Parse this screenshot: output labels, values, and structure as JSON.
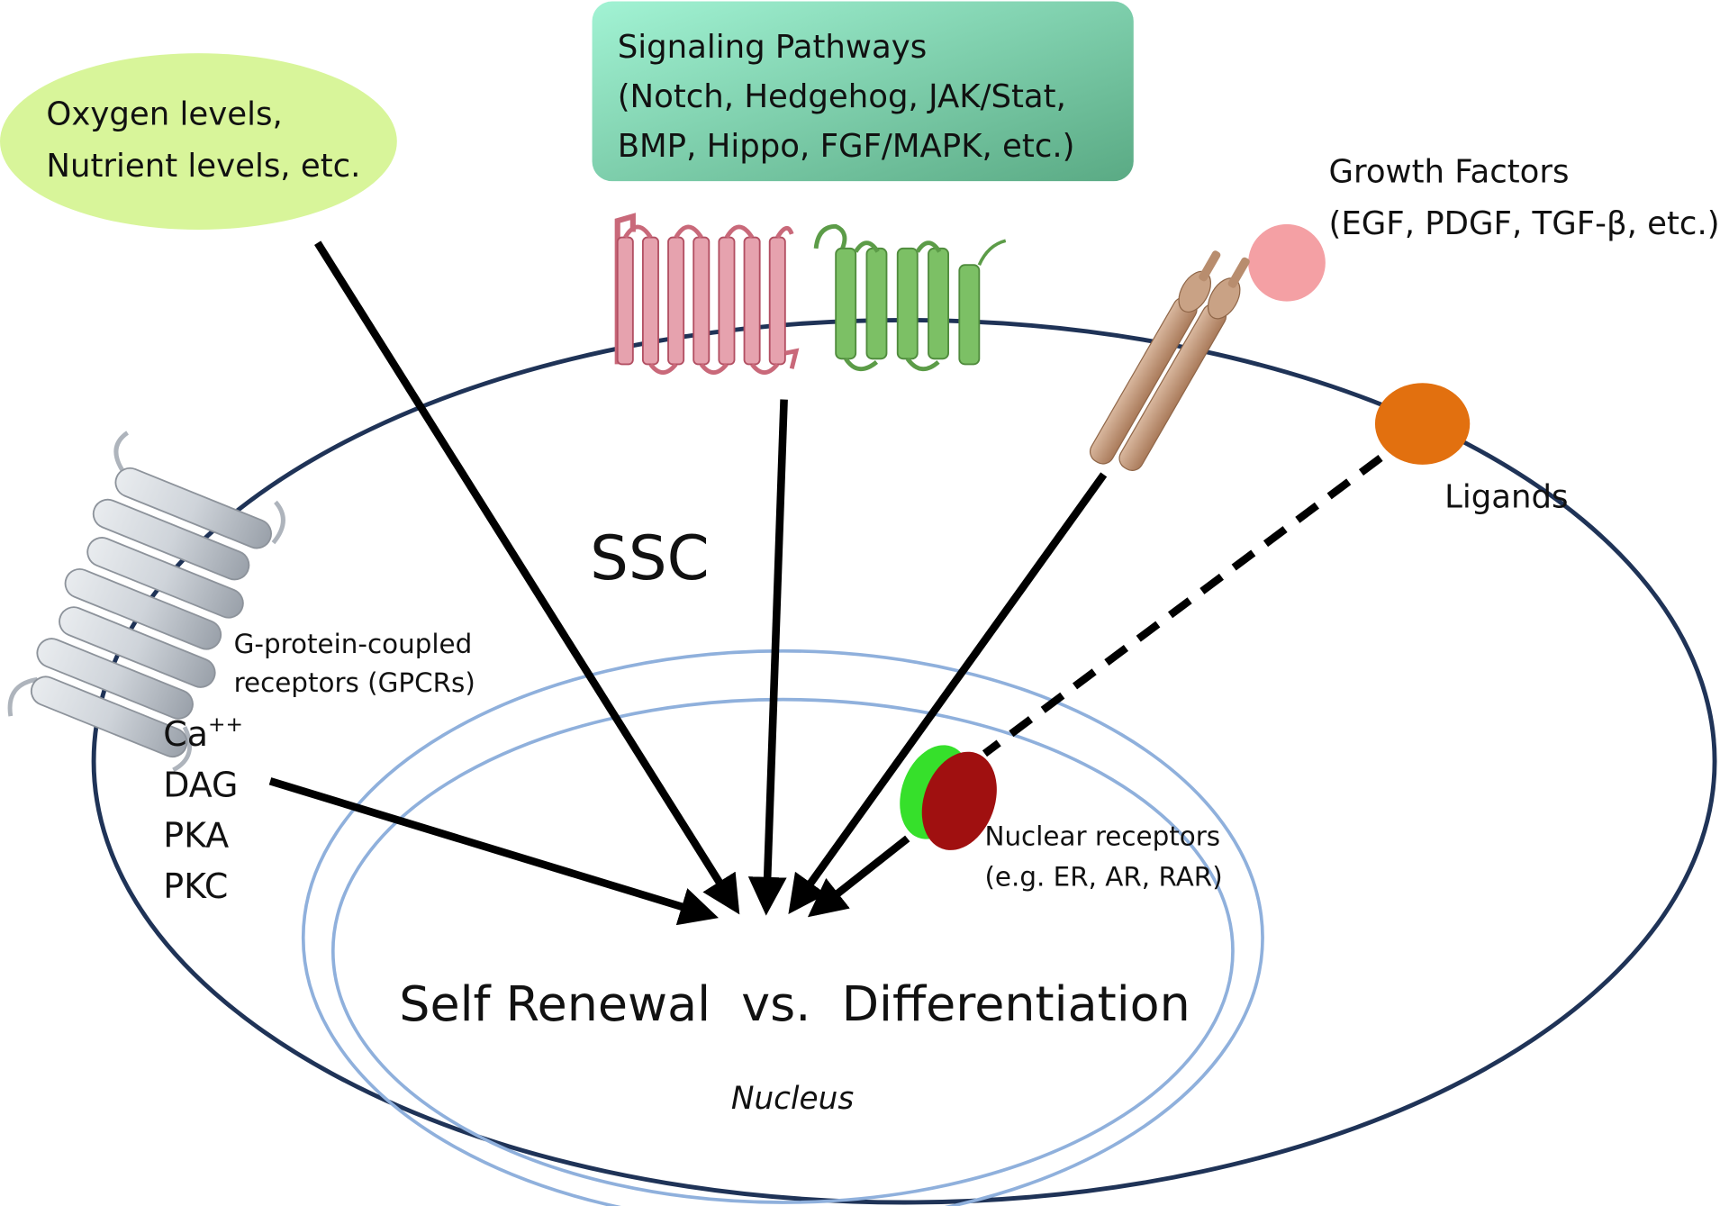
{
  "oxygen": {
    "line1": "Oxygen levels,",
    "line2": "Nutrient levels, etc."
  },
  "signaling": {
    "line1": "Signaling Pathways",
    "line2": "(Notch, Hedgehog, JAK/Stat,",
    "line3": "BMP, Hippo, FGF/MAPK, etc.)"
  },
  "growth": {
    "line1": "Growth Factors",
    "line2": "(EGF, PDGF, TGF-β, etc.)"
  },
  "ligands": {
    "label": "Ligands"
  },
  "cell": {
    "label": "SSC"
  },
  "gpcr": {
    "line1": "G-protein-coupled",
    "line2": "receptors (GPCRs)",
    "messengers": [
      "Ca",
      "DAG",
      "PKA",
      "PKC"
    ],
    "ca_superscript": "++"
  },
  "nuclear": {
    "line1": "Nuclear receptors",
    "line2": "(e.g. ER, AR, RAR)"
  },
  "outcome": {
    "label": "Self Renewal  vs.  Differentiation"
  },
  "nucleus": {
    "label": "Nucleus"
  },
  "colors": {
    "cell_membrane": "#1f3357",
    "nuclear_envelope": "#8fb0dc",
    "oxygen_fill": "#d8f59a",
    "signaling_fill_top": "#5fb38a",
    "signaling_fill_bottom": "#9ef0cf",
    "notch_receptor": "#c9697a",
    "hedgehog_receptor": "#6cae58",
    "growth_factor": "#f4a0a4",
    "ligand": "#e2700f",
    "rtk": "#c29a7c",
    "gpcr": "#c8cdd4",
    "nuclear_receptor_green": "#36e02b",
    "nuclear_receptor_red": "#a01010",
    "arrow": "#000000"
  },
  "icons": [
    "gpcr-receptor-icon",
    "notch-receptor-icon",
    "hedgehog-receptor-icon",
    "rtk-receptor-icon",
    "nuclear-receptor-icon"
  ]
}
